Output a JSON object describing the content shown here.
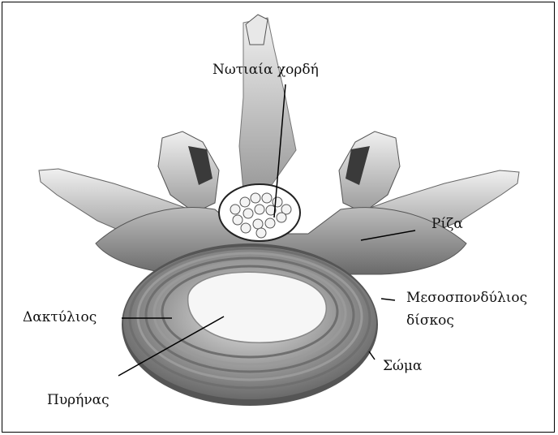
{
  "labels": {
    "spinal_cord": "Νωτιαία χορδή",
    "root": "Ρίζα",
    "disc_line1": "Μεσοσπονδύλιος",
    "disc_line2": "δίσκος",
    "annulus": "Δακτύλιος",
    "body": "Σώμα",
    "nucleus": "Πυρήνας"
  },
  "colors": {
    "bone": "#d4d4d4",
    "bone_shadow": "#8a8a8a",
    "arch": "#7b7b7b",
    "ring_dark": "#6a6a6a",
    "ring_light": "#c8c8c8",
    "nucleus": "#f4f4f4",
    "leader": "#000000"
  }
}
